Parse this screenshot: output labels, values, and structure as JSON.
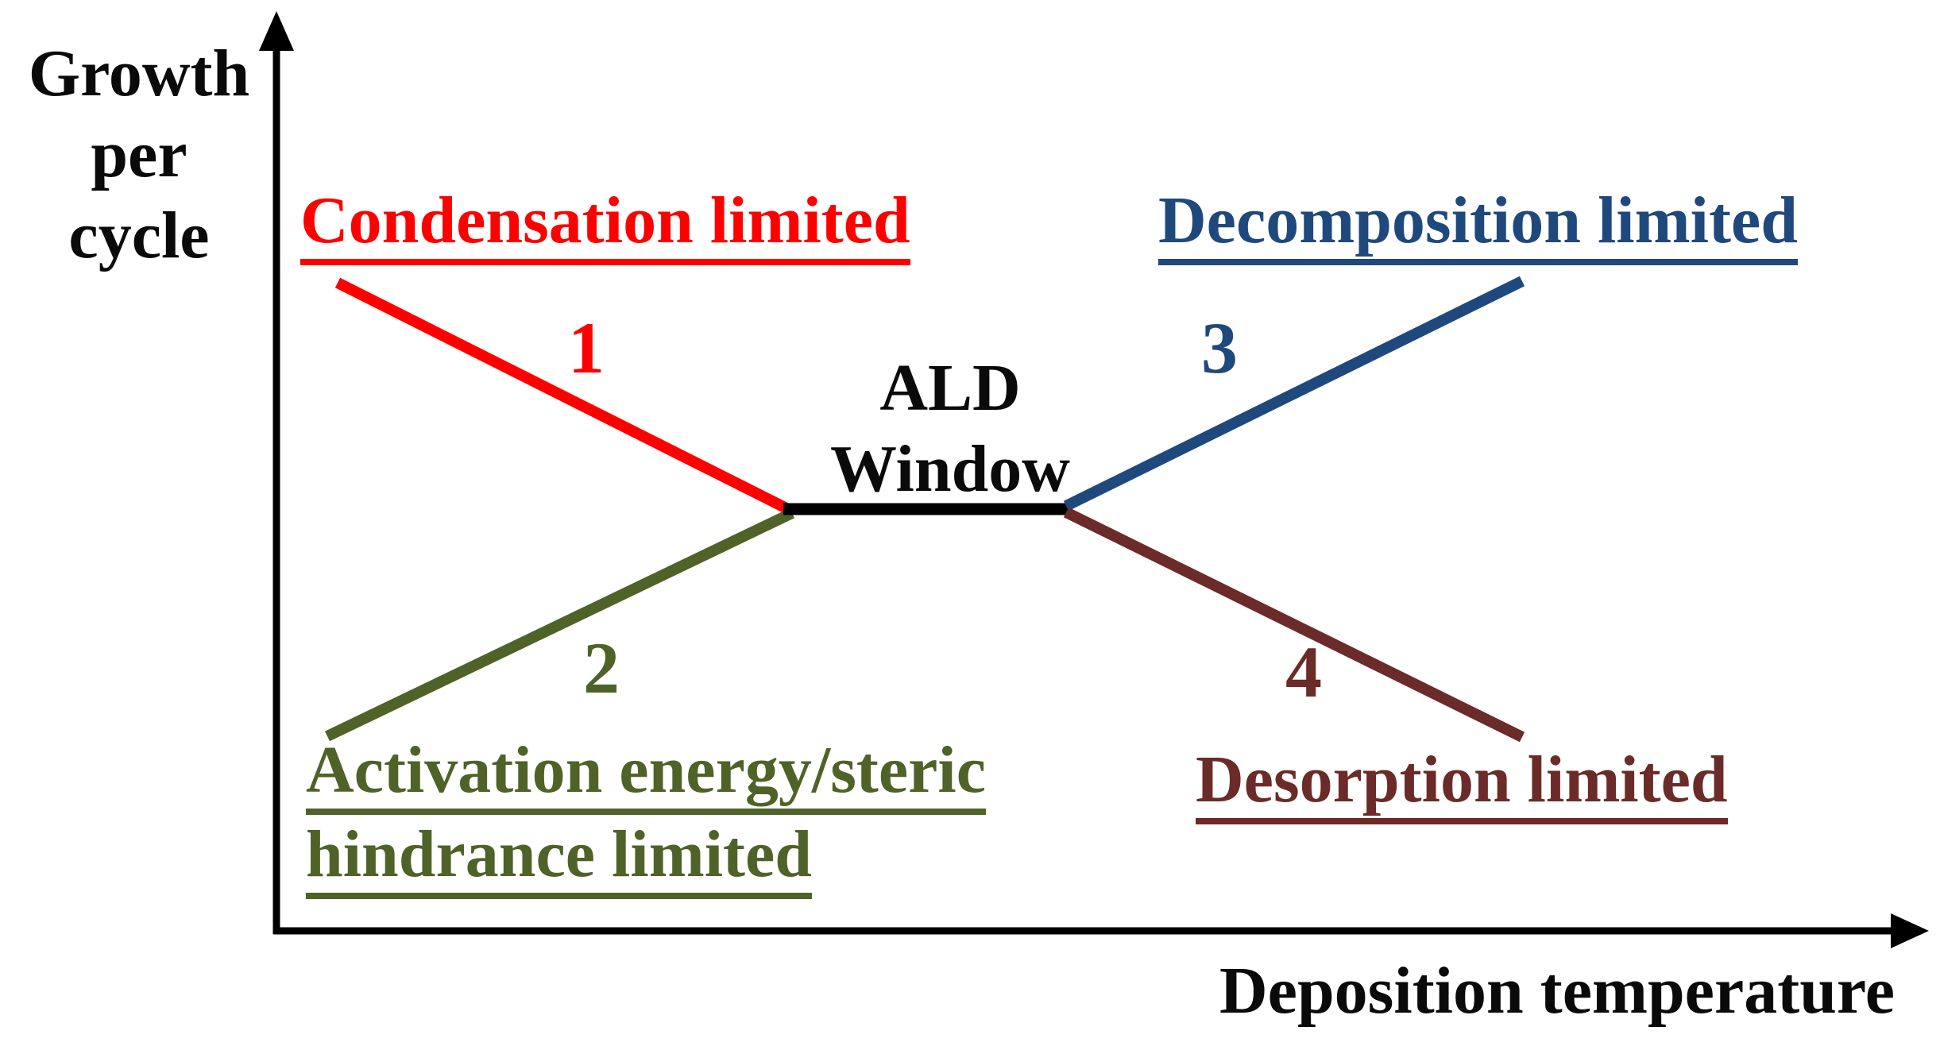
{
  "axes": {
    "color": "#000000",
    "y_axis_label_lines": [
      "Growth",
      "per",
      "cycle"
    ],
    "x_axis_label": "Deposition temperature"
  },
  "ald_window": {
    "line1": "ALD",
    "line2": "Window",
    "color": "#000000"
  },
  "regimes": [
    {
      "number": "1",
      "label": "Condensation limited",
      "color": "#ff0000"
    },
    {
      "number": "2",
      "label_line1": "Activation energy/steric",
      "label_line2": "hindrance limited",
      "color": "#4f6228"
    },
    {
      "number": "3",
      "label": "Decomposition limited",
      "color": "#1f497d"
    },
    {
      "number": "4",
      "label": "Desorption limited",
      "color": "#6b2b28"
    }
  ],
  "chart_data": {
    "type": "line",
    "title": "ALD Window",
    "xlabel": "Deposition temperature",
    "ylabel": "Growth per cycle",
    "axes_numeric": false,
    "grid": false,
    "legend_position": "none",
    "series": [
      {
        "name": "Condensation limited",
        "number": "1",
        "color": "#ff0000",
        "trend": "decreasing",
        "points_rel": [
          [
            0.04,
            0.71
          ],
          [
            0.31,
            0.46
          ]
        ]
      },
      {
        "name": "Activation energy/steric hindrance limited",
        "number": "2",
        "color": "#4f6228",
        "trend": "increasing",
        "points_rel": [
          [
            0.03,
            0.21
          ],
          [
            0.31,
            0.46
          ]
        ]
      },
      {
        "name": "ALD Window",
        "number": "",
        "color": "#000000",
        "trend": "flat",
        "points_rel": [
          [
            0.31,
            0.46
          ],
          [
            0.48,
            0.46
          ]
        ]
      },
      {
        "name": "Decomposition limited",
        "number": "3",
        "color": "#1f497d",
        "trend": "increasing",
        "points_rel": [
          [
            0.48,
            0.46
          ],
          [
            0.75,
            0.71
          ]
        ]
      },
      {
        "name": "Desorption limited",
        "number": "4",
        "color": "#6b2b28",
        "trend": "decreasing",
        "points_rel": [
          [
            0.48,
            0.46
          ],
          [
            0.75,
            0.21
          ]
        ]
      }
    ]
  }
}
